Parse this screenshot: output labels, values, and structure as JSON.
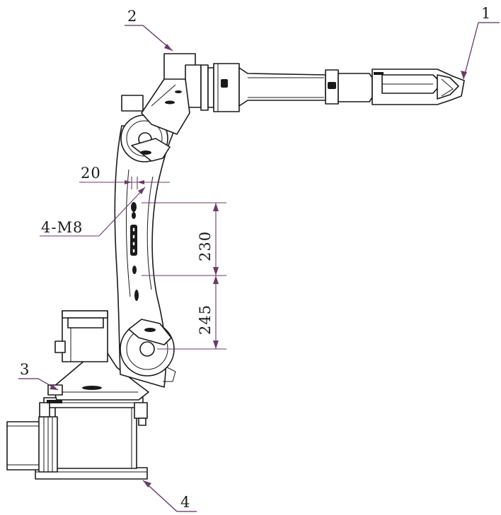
{
  "callouts": {
    "c1": "1",
    "c2": "2",
    "c3": "3",
    "c4": "4"
  },
  "dimensions": {
    "offset": "20",
    "holes": "4-M8",
    "upper": "230",
    "lower": "245"
  },
  "colors": {
    "line": "#1a1a1a",
    "dimension": "#6b3a66",
    "background": "#ffffff"
  }
}
